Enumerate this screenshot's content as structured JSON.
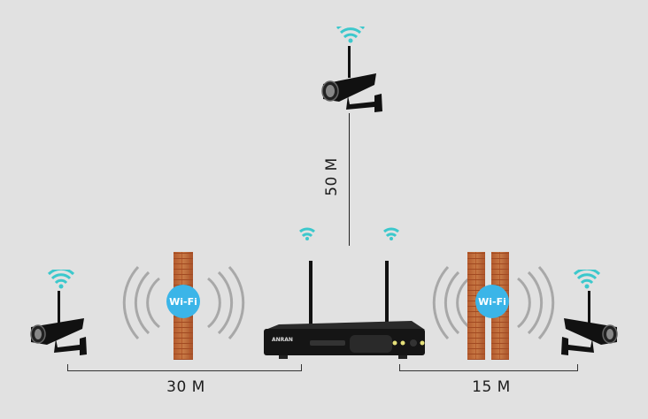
{
  "diagram": {
    "title": "Wireless NVR camera range diagram",
    "background_color": "#e1e1e1",
    "signal_color": "#3cc8cc",
    "badge_color": "#3bb5e8",
    "distances": {
      "top": "50 M",
      "left": "30 M",
      "right": "15 M"
    },
    "walls": {
      "left_badge": "Wi-Fi",
      "right_badge": "Wi-Fi"
    },
    "nvr": {
      "brand": "ANRAN"
    }
  }
}
